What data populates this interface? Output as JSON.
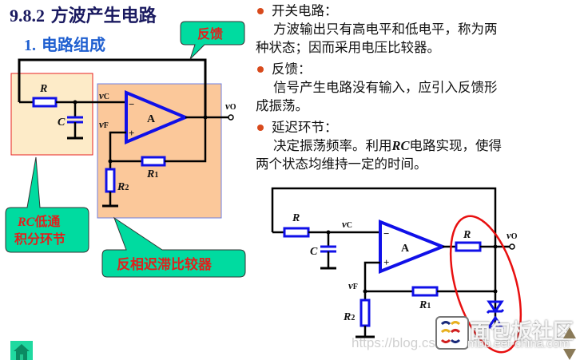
{
  "slide": {
    "section_number": "9.8.2",
    "section_title": "方波产生电路",
    "subsection_number": "1.",
    "subsection_title": "电路组成"
  },
  "callouts": {
    "feedback": "反馈",
    "rc_lowpass_line1_rc": "RC",
    "rc_lowpass_line1_rest": "低通",
    "rc_lowpass_line2": "积分环节",
    "comparator": "反相迟滞比较器"
  },
  "circuit_labels": {
    "R": "R",
    "C": "C",
    "vC": "v",
    "vC_sub": "C",
    "vF": "v",
    "vF_sub": "F",
    "vO": "v",
    "vO_sub": "O",
    "A": "A",
    "minus": "−",
    "plus": "+",
    "R1": "R",
    "R1_sub": "1",
    "R2": "R",
    "R2_sub": "2"
  },
  "bullets": [
    {
      "heading": "开关电路：",
      "line1": "方波输出只有高电平和低电平，称为两",
      "line2": "种状态；因而采用电压比较器。"
    },
    {
      "heading": "反馈：",
      "line1": "信号产生电路没有输入，应引入反馈形",
      "line2": "成振荡。"
    },
    {
      "heading": "延迟环节：",
      "line1_pre": "决定振荡频率。利用",
      "line1_rc": "RC",
      "line1_post": "电路实现，使得",
      "line2": "两个状态均维持一定的时间。"
    }
  ],
  "watermarks": {
    "url_fragment": "https://blog.csd",
    "site": "mbb.eet-china.com",
    "brand": "面包板社区"
  },
  "colors": {
    "title": "#1a1a60",
    "subtitle": "#1f5fd0",
    "callout_fill": "#00dba0",
    "callout_text": "#e0201c",
    "component_blue": "#1010e8",
    "rc_box_fill": "#fdebc8",
    "rc_box_border": "#e82020",
    "comparator_box_fill": "#fbc89a",
    "comparator_box_border": "#6f7fe0",
    "bullet": "#d84a1c",
    "highlight_ellipse": "#e81010"
  }
}
